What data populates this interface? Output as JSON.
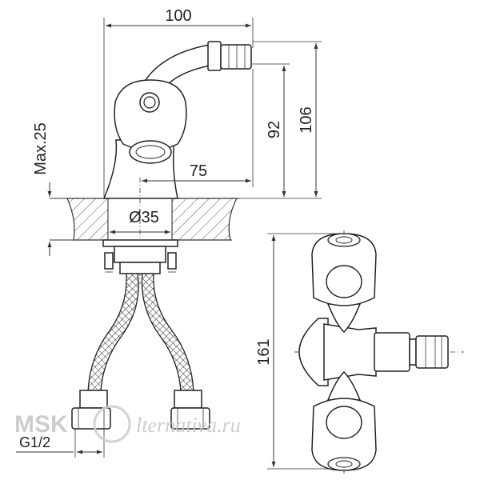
{
  "dimensions": {
    "width_top": "100",
    "spout_reach": "75",
    "spout_height": "92",
    "total_height": "106",
    "max_deck": "Max.25",
    "hole_diameter": "Ø35",
    "thread": "G1/2",
    "front_height": "161"
  },
  "watermark": {
    "left": "MSK",
    "right": "lternativa.ru"
  },
  "colors": {
    "line": "#222222",
    "watermark": "#c8c8c8",
    "background": "#ffffff"
  }
}
